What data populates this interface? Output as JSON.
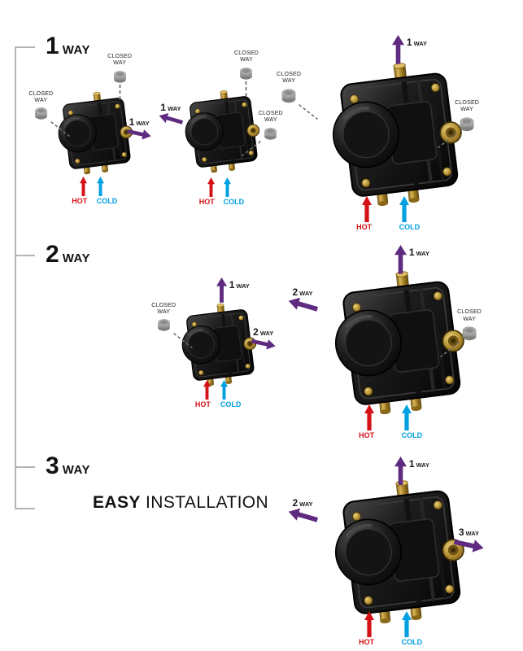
{
  "page": {
    "background": "#ffffff"
  },
  "sections": [
    {
      "num": "1",
      "word": "WAY"
    },
    {
      "num": "2",
      "word": "WAY"
    },
    {
      "num": "3",
      "word": "WAY"
    }
  ],
  "tagline": {
    "bold": "EASY",
    "regular": "INSTALLATION"
  },
  "labels": {
    "closed": {
      "line1": "CLOSED",
      "line2": "WAY"
    },
    "hot": "HOT",
    "cold": "COLD",
    "ways": {
      "way1": {
        "num": "1",
        "word": "WAY"
      },
      "way2": {
        "num": "2",
        "word": "WAY"
      },
      "way3": {
        "num": "3",
        "word": "WAY"
      }
    }
  },
  "colors": {
    "arrow_purple": "#5e2b80",
    "hot_red": "#d41116",
    "cold_blue": "#00a0e1",
    "cap_gray": "#a9a9a8",
    "bracket_gray": "#b4b4b4",
    "valve_body_black": "#161616",
    "brass_gold": "#b28d33",
    "text_black": "#1a1a1a"
  },
  "diagrams": [
    {
      "id": "1-way-outlet-right",
      "top": "closed",
      "left": "closed",
      "right": "way1",
      "hot": true,
      "cold": true
    },
    {
      "id": "1-way-outlet-left",
      "top": "closed",
      "left": "way1",
      "right": "closed",
      "hot": true,
      "cold": true
    },
    {
      "id": "1-way-outlet-top",
      "top": "way1",
      "left": "closed",
      "right": "closed",
      "hot": true,
      "cold": true
    },
    {
      "id": "2-way-top-right",
      "top": "way1",
      "left": "closed",
      "right": "way2",
      "hot": true,
      "cold": true
    },
    {
      "id": "2-way-top-left",
      "top": "way1",
      "left": "way2",
      "right": "closed",
      "hot": true,
      "cold": true
    },
    {
      "id": "3-way-all",
      "top": "way1",
      "left": "way2",
      "right": "way3",
      "hot": true,
      "cold": true
    }
  ]
}
